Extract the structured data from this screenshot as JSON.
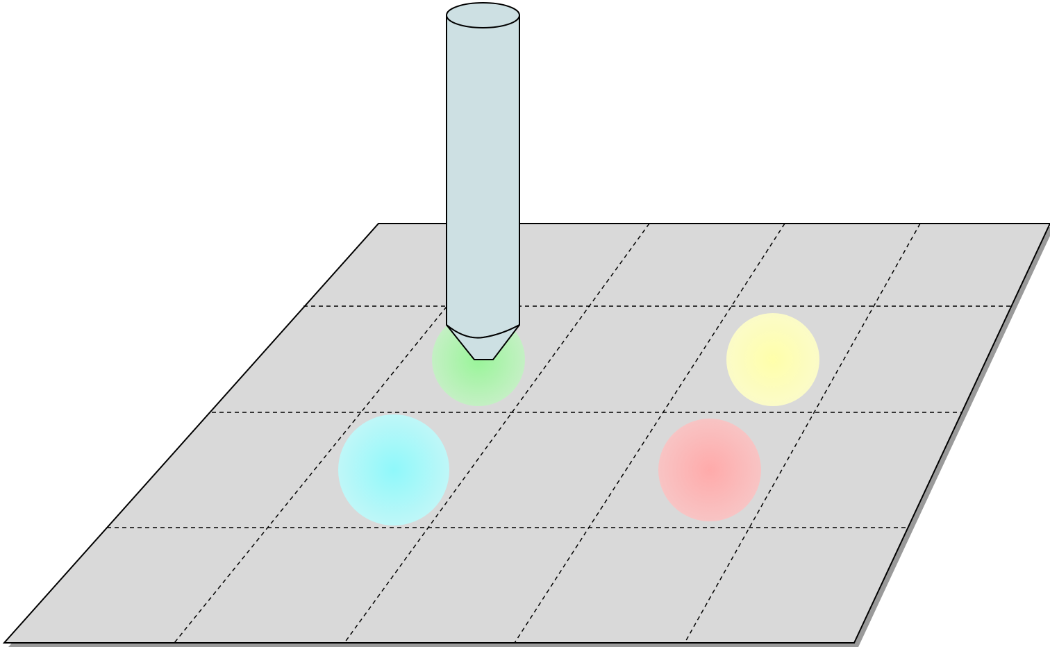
{
  "diagram": {
    "colors": {
      "background": "#ffffff",
      "plate_fill": "#d9d9d9",
      "plate_shadow": "#9a9a9a",
      "outline": "#000000",
      "probe_fill": "#cde0e3"
    },
    "grid": {
      "rows": 4,
      "columns": 5,
      "line_style": "dashed"
    },
    "probe": {
      "icon": "cylindrical-probe-icon"
    },
    "droplets": [
      {
        "name": "green-droplet",
        "color": "#99f599"
      },
      {
        "name": "yellow-droplet",
        "color": "#ffffaa"
      },
      {
        "name": "cyan-droplet",
        "color": "#8ff8fa"
      },
      {
        "name": "pink-droplet",
        "color": "#ffaaaa"
      }
    ]
  }
}
